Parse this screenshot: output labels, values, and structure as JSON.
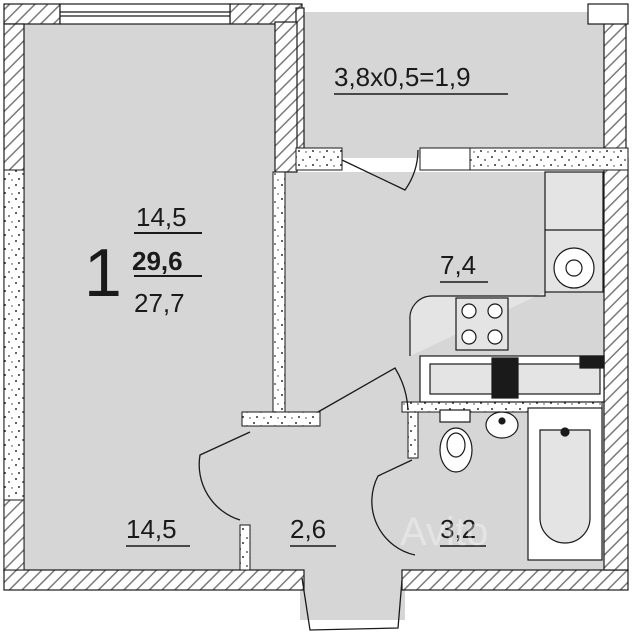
{
  "apartment": {
    "rooms_count": "1",
    "living_area": "14,5",
    "total_area": "29,6",
    "area_excl_balcony": "27,7"
  },
  "rooms": {
    "living_room": "14,5",
    "kitchen": "7,4",
    "hallway": "2,6",
    "bathroom": "3,2",
    "balcony": "3,8x0,5=1,9"
  },
  "colors": {
    "floor": "#d6d6d6",
    "wall_hatch": "#8a8a8a",
    "wall_border": "#1a1a1a",
    "background": "#ffffff"
  },
  "watermark": "Avito"
}
